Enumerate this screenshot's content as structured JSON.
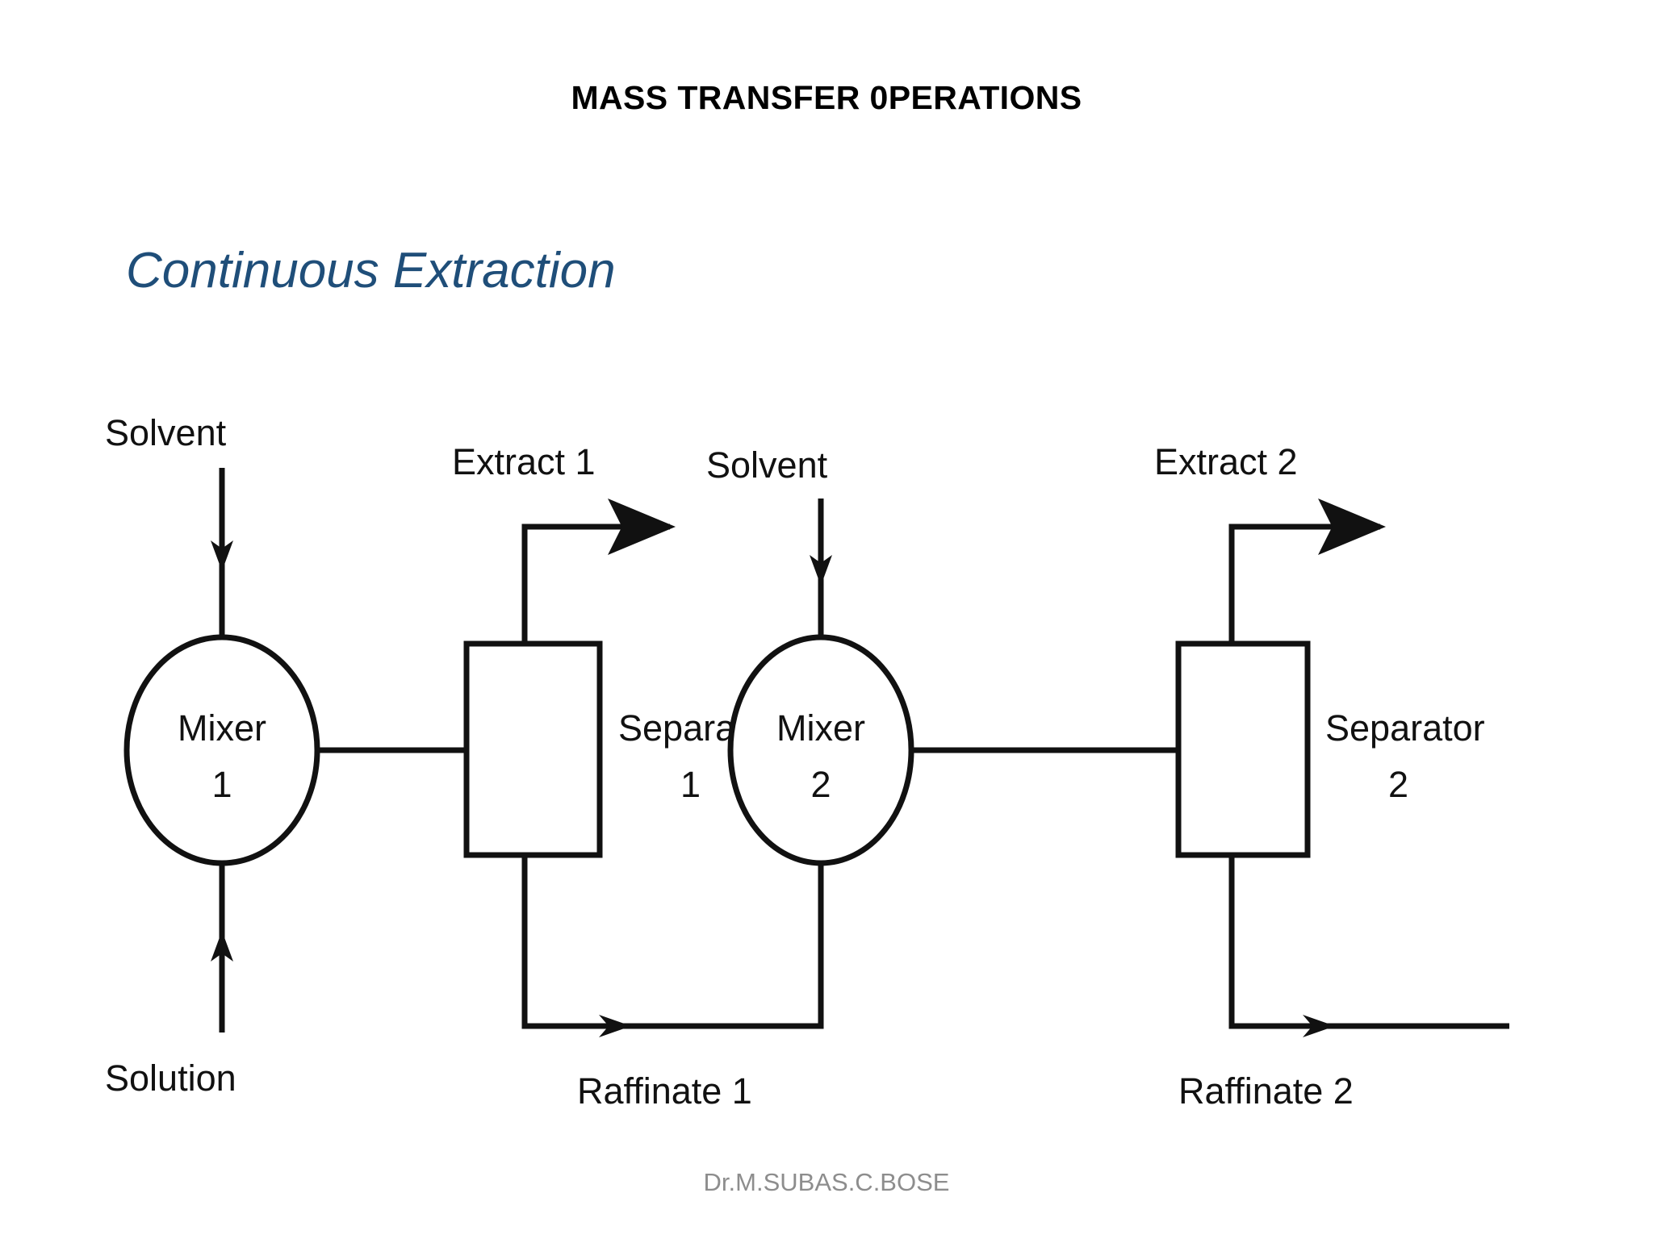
{
  "slide": {
    "title": "MASS TRANSFER 0PERATIONS",
    "heading": "Continuous Extraction",
    "footer": "Dr.M.SUBAS.C.BOSE",
    "title_color": "#000000",
    "heading_color": "#1F4E79",
    "footer_color": "#8d8d8d",
    "background_color": "#ffffff",
    "line_color": "#111111"
  },
  "diagram": {
    "name": "two-stage-cross-current-extraction-flow-diagram",
    "type": "process-flow",
    "units": [
      {
        "id": "mixer-1",
        "shape": "circle",
        "label_line1": "Mixer",
        "label_line2": "1"
      },
      {
        "id": "separator-1",
        "shape": "rectangle",
        "label_line1": "Separator",
        "label_line2": "1"
      },
      {
        "id": "mixer-2",
        "shape": "circle",
        "label_line1": "Mixer",
        "label_line2": "2"
      },
      {
        "id": "separator-2",
        "shape": "rectangle",
        "label_line1": "Separator",
        "label_line2": "2"
      }
    ],
    "streams": [
      {
        "id": "solvent-1",
        "label": "Solvent",
        "direction": "down",
        "into": "mixer-1"
      },
      {
        "id": "solution",
        "label": "Solution",
        "direction": "up",
        "into": "mixer-1"
      },
      {
        "id": "extract-1",
        "label": "Extract 1",
        "direction": "right",
        "from": "separator-1"
      },
      {
        "id": "raffinate-1",
        "label": "Raffinate 1",
        "direction": "right",
        "from": "separator-1",
        "into": "mixer-2"
      },
      {
        "id": "solvent-2",
        "label": "Solvent",
        "direction": "down",
        "into": "mixer-2"
      },
      {
        "id": "extract-2",
        "label": "Extract 2",
        "direction": "right",
        "from": "separator-2"
      },
      {
        "id": "raffinate-2",
        "label": "Raffinate 2",
        "direction": "right",
        "from": "separator-2"
      }
    ]
  }
}
